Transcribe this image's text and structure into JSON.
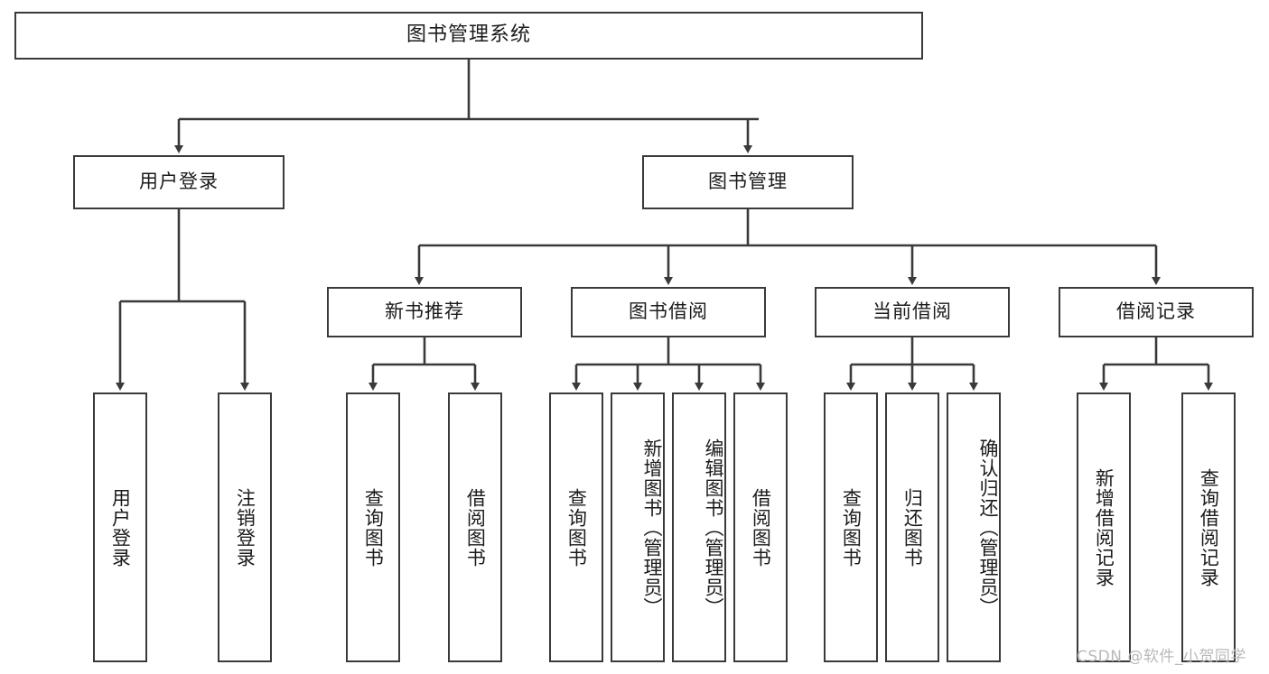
{
  "diagram": {
    "title": "图书管理系统",
    "watermark": "CSDN @软件_小贺同学",
    "line_color": "#3a3a3a",
    "box_fill": "#ffffff",
    "text_color": "#1b1b1b",
    "root": {
      "label": "图书管理系统"
    },
    "level2": [
      {
        "label": "用户登录"
      },
      {
        "label": "图书管理"
      }
    ],
    "level3": [
      {
        "label": "新书推荐"
      },
      {
        "label": "图书借阅"
      },
      {
        "label": "当前借阅"
      },
      {
        "label": "借阅记录"
      }
    ],
    "leaves": {
      "user_login": [
        {
          "label": "用户登录"
        },
        {
          "label": "注销登录"
        }
      ],
      "new_book_recommend": [
        {
          "label": "查询图书"
        },
        {
          "label": "借阅图书"
        }
      ],
      "book_borrow": [
        {
          "label": "查询图书"
        },
        {
          "label": "新增图书（管理员）"
        },
        {
          "label": "编辑图书（管理员）"
        },
        {
          "label": "借阅图书"
        }
      ],
      "current_borrow": [
        {
          "label": "查询图书"
        },
        {
          "label": "归还图书"
        },
        {
          "label": "确认归还（管理员）"
        }
      ],
      "borrow_record": [
        {
          "label": "新增借阅记录"
        },
        {
          "label": "查询借阅记录"
        }
      ]
    }
  }
}
